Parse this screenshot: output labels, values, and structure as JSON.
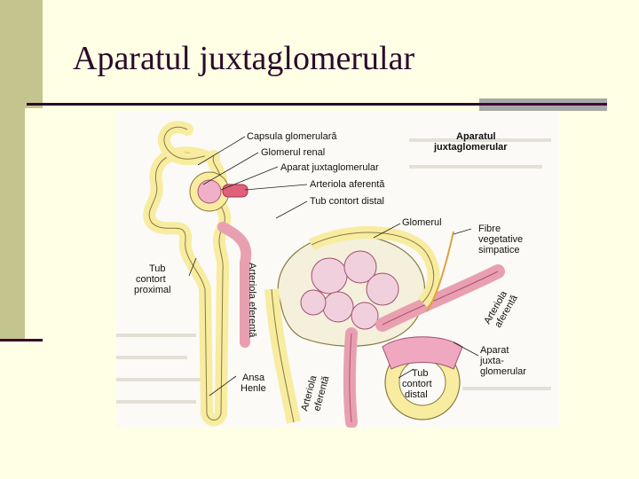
{
  "slide": {
    "title": "Aparatul juxtaglomerular"
  },
  "figure": {
    "labels": {
      "capsula": "Capsula glomerulară",
      "glomerul_renal": "Glomerul renal",
      "aparat_jg_top": "Aparat juxtaglomerular",
      "arteriola_aferenta_top": "Arteriola aferentă",
      "tub_contort_distal_top": "Tub contort distal",
      "aparatul_heading_1": "Aparatul",
      "aparatul_heading_2": "juxtaglomerular",
      "glomerul": "Glomerul",
      "fibre_1": "Fibre",
      "fibre_2": "vegetative",
      "fibre_3": "simpatice",
      "tub_proximal_1": "Tub",
      "tub_proximal_2": "contort",
      "tub_proximal_3": "proximal",
      "arteriola_eferenta_vert": "Arteriola eferentă",
      "arteriola_aferenta_right_1": "Arteriola",
      "arteriola_aferenta_right_2": "aferentă",
      "aparat_right_1": "Aparat",
      "aparat_right_2": "juxta-",
      "aparat_right_3": "glomerular",
      "ansa_1": "Ansa",
      "ansa_2": "Henle",
      "arteriola_eferenta_bottom_1": "Arteriola",
      "arteriola_eferenta_bottom_2": "eferentă",
      "tub_distal_1": "Tub",
      "tub_distal_2": "contort",
      "tub_distal_3": "distal"
    },
    "colors": {
      "tubule": "#f7eca0",
      "tubule_edge": "#8a7a40",
      "vessel": "#e8a0b0",
      "vessel_dark": "#d0607a",
      "macula": "#f0a8c0"
    }
  }
}
